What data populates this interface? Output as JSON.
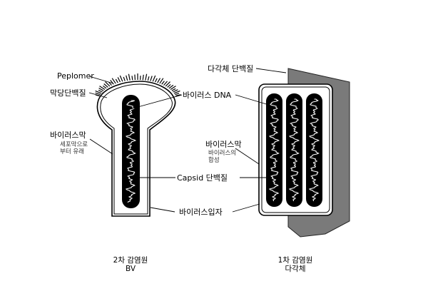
{
  "labels": {
    "peplomer": "Peplomer",
    "membrane_protein": "막당단백질",
    "virus_dna": "바이러스 DNA",
    "envelope_left": "바이러스막",
    "envelope_left_note_1": "세포막으로",
    "envelope_left_note_2": "부터 유래",
    "capsid_protein": "Capsid 단백질",
    "virion": "바이러스입자",
    "polyhedrin": "다각체 단백질",
    "envelope_right": "바이러스막",
    "envelope_right_note_1": "바이러스의",
    "envelope_right_note_2": "합성"
  },
  "captions": {
    "left_line1": "2차 감염원",
    "left_line2": "BV",
    "right_line1": "1차 감염원",
    "right_line2": "다각체"
  },
  "colors": {
    "outline": "#000000",
    "core": "#000000",
    "dna": "#ffffff",
    "polyhedron": "#7a7a7a"
  }
}
